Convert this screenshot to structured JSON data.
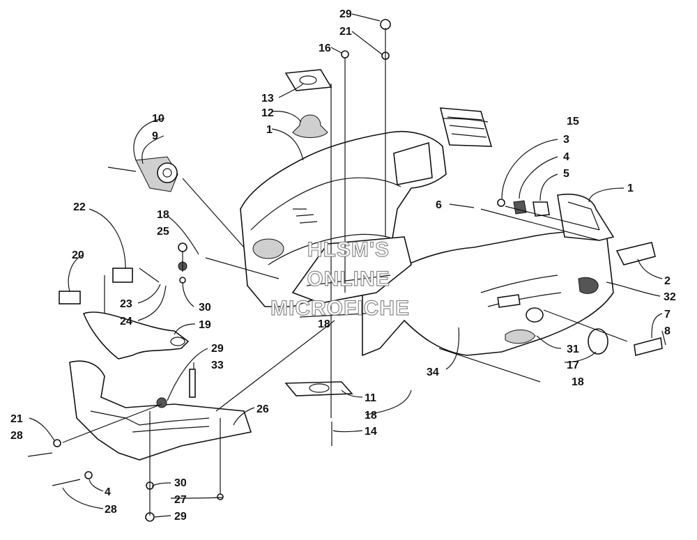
{
  "watermark": {
    "line1": "HLSM'S",
    "line2": "ONLINE",
    "line3": "MICROFICHE"
  },
  "callouts": [
    {
      "id": "c29a",
      "text": "29"
    },
    {
      "id": "c21a",
      "text": "21"
    },
    {
      "id": "c16",
      "text": "16"
    },
    {
      "id": "c13",
      "text": "13"
    },
    {
      "id": "c12",
      "text": "12"
    },
    {
      "id": "c1a",
      "text": "1"
    },
    {
      "id": "c15",
      "text": "15"
    },
    {
      "id": "c10",
      "text": "10"
    },
    {
      "id": "c9",
      "text": "9"
    },
    {
      "id": "c3",
      "text": "3"
    },
    {
      "id": "c4a",
      "text": "4"
    },
    {
      "id": "c5",
      "text": "5"
    },
    {
      "id": "c1b",
      "text": "1"
    },
    {
      "id": "c6",
      "text": "6"
    },
    {
      "id": "c22",
      "text": "22"
    },
    {
      "id": "c18a",
      "text": "18"
    },
    {
      "id": "c25",
      "text": "25"
    },
    {
      "id": "c20",
      "text": "20"
    },
    {
      "id": "c2",
      "text": "2"
    },
    {
      "id": "c32",
      "text": "32"
    },
    {
      "id": "c23",
      "text": "23"
    },
    {
      "id": "c24",
      "text": "24"
    },
    {
      "id": "c30a",
      "text": "30"
    },
    {
      "id": "c18b",
      "text": "18"
    },
    {
      "id": "c19",
      "text": "19"
    },
    {
      "id": "c7",
      "text": "7"
    },
    {
      "id": "c8",
      "text": "8"
    },
    {
      "id": "c29b",
      "text": "29"
    },
    {
      "id": "c33",
      "text": "33"
    },
    {
      "id": "c34",
      "text": "34"
    },
    {
      "id": "c31",
      "text": "31"
    },
    {
      "id": "c17",
      "text": "17"
    },
    {
      "id": "c18c",
      "text": "18"
    },
    {
      "id": "c11",
      "text": "11"
    },
    {
      "id": "c26",
      "text": "26"
    },
    {
      "id": "c18d",
      "text": "18"
    },
    {
      "id": "c21b",
      "text": "21"
    },
    {
      "id": "c28a",
      "text": "28"
    },
    {
      "id": "c14",
      "text": "14"
    },
    {
      "id": "c4b",
      "text": "4"
    },
    {
      "id": "c30b",
      "text": "30"
    },
    {
      "id": "c28b",
      "text": "28"
    },
    {
      "id": "c27",
      "text": "27"
    },
    {
      "id": "c29c",
      "text": "29"
    }
  ]
}
